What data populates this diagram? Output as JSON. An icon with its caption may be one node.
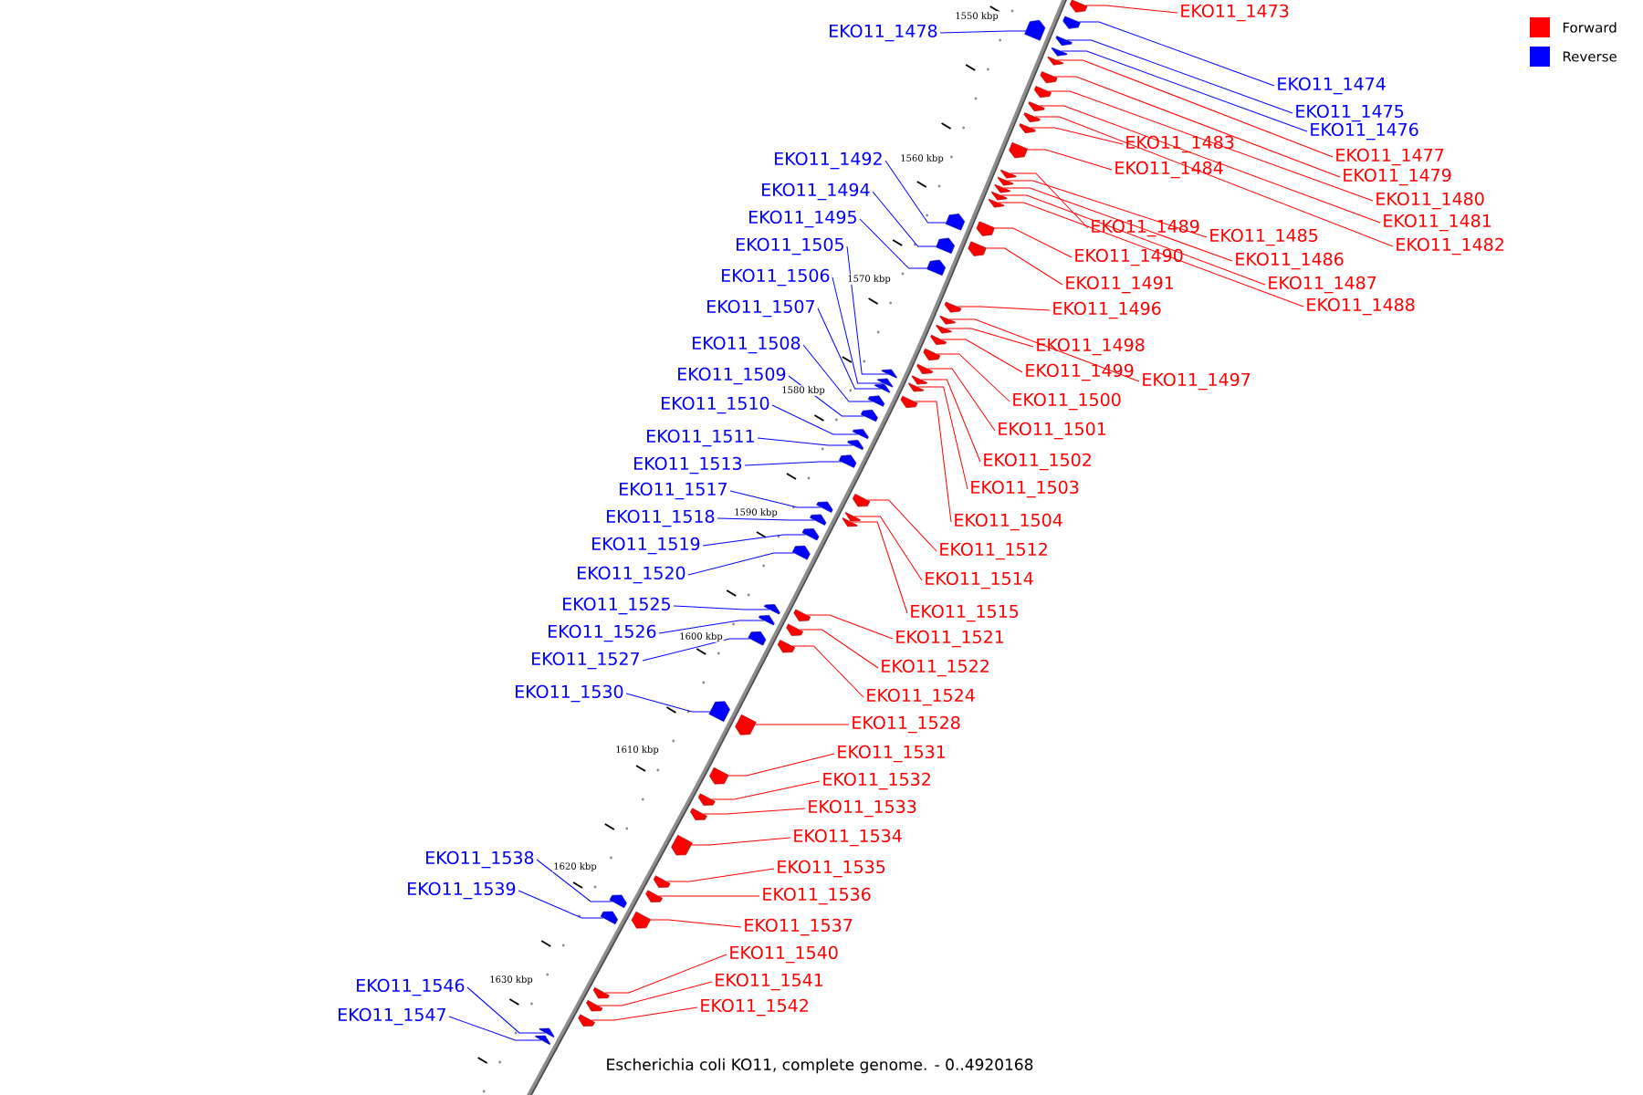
{
  "diagram": {
    "caption": "Escherichia coli KO11, complete genome. - 0..4920168",
    "nodes": [
      {
        "text": [
          "EKO11_1473"
        ]
      },
      {
        "text": [
          "EKO11_1478"
        ]
      },
      {
        "text": [
          "EKO11_1474"
        ]
      },
      {
        "text": [
          "EKO11_1475"
        ]
      },
      {
        "text": [
          "EKO11_1476"
        ]
      },
      {
        "text": [
          "EKO11_1483"
        ]
      },
      {
        "text": [
          "EKO11_1477"
        ]
      },
      {
        "text": [
          "EKO11_1492"
        ]
      },
      {
        "text": [
          "EKO11_1484"
        ]
      },
      {
        "text": [
          "EKO11_1479"
        ]
      },
      {
        "text": [
          "EKO11_1494"
        ]
      },
      {
        "text": [
          "EKO11_1480"
        ]
      },
      {
        "text": [
          "EKO11_1481"
        ]
      },
      {
        "text": [
          "EKO11_1495"
        ]
      },
      {
        "text": [
          "EKO11_1489"
        ]
      },
      {
        "text": [
          "EKO11_1485"
        ]
      },
      {
        "text": [
          "EKO11_1505"
        ]
      },
      {
        "text": [
          "EKO11_1482"
        ]
      },
      {
        "text": [
          "EKO11_1490"
        ]
      },
      {
        "text": [
          "EKO11_1486"
        ]
      },
      {
        "text": [
          "EKO11_1506"
        ]
      },
      {
        "text": [
          "EKO11_1491"
        ]
      },
      {
        "text": [
          "EKO11_1487"
        ]
      },
      {
        "text": [
          "EKO11_1488"
        ]
      },
      {
        "text": [
          "EKO11_1507"
        ]
      },
      {
        "text": [
          "EKO11_1496"
        ]
      },
      {
        "text": [
          "EKO11_1508"
        ]
      },
      {
        "text": [
          "EKO11_1498"
        ]
      },
      {
        "text": [
          "EKO11_1499"
        ]
      },
      {
        "text": [
          "EKO11_1509"
        ]
      },
      {
        "text": [
          "EKO11_1497"
        ]
      },
      {
        "text": [
          "EKO11_1500"
        ]
      },
      {
        "text": [
          "EKO11_1510"
        ]
      },
      {
        "text": [
          "EKO11_1501"
        ]
      },
      {
        "text": [
          "EKO11_1511"
        ]
      },
      {
        "text": [
          "EKO11_1502"
        ]
      },
      {
        "text": [
          "EKO11_1513"
        ]
      },
      {
        "text": [
          "EKO11_1503"
        ]
      },
      {
        "text": [
          "EKO11_1517"
        ]
      },
      {
        "text": [
          "EKO11_1504"
        ]
      },
      {
        "text": [
          "EKO11_1518"
        ]
      },
      {
        "text": [
          "EKO11_1512"
        ]
      },
      {
        "text": [
          "EKO11_1519"
        ]
      },
      {
        "text": [
          "EKO11_1514"
        ]
      },
      {
        "text": [
          "EKO11_1520"
        ]
      },
      {
        "text": [
          "EKO11_1525"
        ]
      },
      {
        "text": [
          "EKO11_1515"
        ]
      },
      {
        "text": [
          "EKO11_1526"
        ]
      },
      {
        "text": [
          "EKO11_1521"
        ]
      },
      {
        "text": [
          "EKO11_1527"
        ]
      },
      {
        "text": [
          "EKO11_1522"
        ]
      },
      {
        "text": [
          "EKO11_1530"
        ]
      },
      {
        "text": [
          "EKO11_1524"
        ]
      },
      {
        "text": [
          "EKO11_1528"
        ]
      },
      {
        "text": [
          "EKO11_1531"
        ]
      },
      {
        "text": [
          "EKO11_1532"
        ]
      },
      {
        "text": [
          "EKO11_1533"
        ]
      },
      {
        "text": [
          "EKO11_1534"
        ]
      },
      {
        "text": [
          "EKO11_1538"
        ]
      },
      {
        "text": [
          "EKO11_1535"
        ]
      },
      {
        "text": [
          "EKO11_1539"
        ]
      },
      {
        "text": [
          "EKO11_1536"
        ]
      },
      {
        "text": [
          "EKO11_1537"
        ]
      },
      {
        "text": [
          "EKO11_1540"
        ]
      },
      {
        "text": [
          "EKO11_1546"
        ]
      },
      {
        "text": [
          "EKO11_1541"
        ]
      },
      {
        "text": [
          "EKO11_1542"
        ]
      },
      {
        "text": [
          "EKO11_1547"
        ]
      },
      {
        "text": [],
        "shape": "arrow"
      },
      {
        "text": [],
        "shape": "arrow"
      },
      {
        "text": [],
        "shape": "arrow"
      },
      {
        "text": [],
        "shape": "arrow"
      },
      {
        "text": [],
        "shape": "arrow"
      },
      {
        "text": [],
        "shape": "arrow"
      },
      {
        "text": [],
        "shape": "arrow"
      },
      {
        "text": [],
        "shape": "arrow"
      },
      {
        "text": [],
        "shape": "arrow"
      },
      {
        "text": [],
        "shape": "arrow"
      },
      {
        "text": [],
        "shape": "arrow"
      },
      {
        "text": [],
        "shape": "arrow"
      },
      {
        "text": [],
        "shape": "arrow"
      },
      {
        "text": [],
        "shape": "arrow"
      },
      {
        "text": [],
        "shape": "arrow"
      },
      {
        "text": [],
        "shape": "arrow"
      },
      {
        "text": [],
        "shape": "arrow"
      },
      {
        "text": [],
        "shape": "arrow"
      },
      {
        "text": [],
        "shape": "arrow"
      },
      {
        "text": [],
        "shape": "arrow"
      },
      {
        "text": [],
        "shape": "arrow"
      },
      {
        "text": [],
        "shape": "arrow"
      },
      {
        "text": [],
        "shape": "arrow"
      },
      {
        "text": [],
        "shape": "arrow"
      },
      {
        "text": [],
        "shape": "arrow"
      },
      {
        "text": [],
        "shape": "arrow"
      },
      {
        "text": [],
        "shape": "arrow"
      },
      {
        "text": [],
        "shape": "arrow"
      },
      {
        "text": [],
        "shape": "arrow"
      },
      {
        "text": [],
        "shape": "arrow"
      },
      {
        "text": [],
        "shape": "arrow"
      },
      {
        "text": [],
        "shape": "arrow"
      },
      {
        "text": [],
        "shape": "arrow"
      },
      {
        "text": [],
        "shape": "arrow"
      },
      {
        "text": [],
        "shape": "arrow"
      },
      {
        "text": [],
        "shape": "arrow"
      },
      {
        "text": [],
        "shape": "arrow"
      },
      {
        "text": [],
        "shape": "arrow"
      },
      {
        "text": [],
        "shape": "arrow"
      },
      {
        "text": [],
        "shape": "arrow"
      },
      {
        "text": [],
        "shape": "arrow"
      },
      {
        "text": [],
        "shape": "arrow"
      },
      {
        "text": [],
        "shape": "arrow"
      },
      {
        "text": [],
        "shape": "arrow"
      },
      {
        "text": [],
        "shape": "arrow"
      },
      {
        "text": [],
        "shape": "arrow"
      },
      {
        "text": [],
        "shape": "arrow"
      },
      {
        "text": [],
        "shape": "arrow"
      },
      {
        "text": [],
        "shape": "arrow"
      },
      {
        "text": [],
        "shape": "arrow"
      },
      {
        "text": [],
        "shape": "arrow"
      },
      {
        "text": [],
        "shape": "arrow"
      },
      {
        "text": [],
        "shape": "arrow"
      },
      {
        "text": [],
        "shape": "arrow"
      },
      {
        "text": [],
        "shape": "arrow"
      },
      {
        "text": [],
        "shape": "arrow"
      },
      {
        "text": [],
        "shape": "arrow"
      },
      {
        "text": [],
        "shape": "arrow"
      },
      {
        "text": [],
        "shape": "arrow"
      },
      {
        "text": [],
        "shape": "arrow"
      },
      {
        "text": [],
        "shape": "arrow"
      },
      {
        "text": [],
        "shape": "arrow"
      },
      {
        "text": [],
        "shape": "arrow"
      },
      {
        "text": [],
        "shape": "arrow"
      },
      {
        "text": [],
        "shape": "arrow"
      },
      {
        "text": [],
        "shape": "arrow"
      },
      {
        "text": [],
        "shape": "arrow"
      },
      {
        "text": [],
        "shape": "arrow"
      }
    ],
    "edges": [
      {
        "from": 0,
        "to": 68,
        "arrow": "none"
      },
      {
        "from": 1,
        "to": 69,
        "arrow": "none",
        "color": "#0000ff"
      },
      {
        "from": 2,
        "to": 70,
        "arrow": "none",
        "color": "#0000ff"
      },
      {
        "from": 3,
        "to": 71,
        "arrow": "none",
        "color": "#0000ff"
      },
      {
        "from": 4,
        "to": 72,
        "arrow": "none",
        "color": "#0000ff"
      },
      {
        "from": 5,
        "to": 73,
        "arrow": "none"
      },
      {
        "from": 6,
        "to": 74,
        "arrow": "none"
      },
      {
        "from": 7,
        "to": 75,
        "arrow": "none",
        "color": "#0000ff"
      },
      {
        "from": 8,
        "to": 76,
        "arrow": "none"
      },
      {
        "from": 9,
        "to": 77,
        "arrow": "none"
      },
      {
        "from": 10,
        "to": 78,
        "arrow": "none",
        "color": "#0000ff"
      },
      {
        "from": 11,
        "to": 79,
        "arrow": "none"
      },
      {
        "from": 12,
        "to": 80,
        "arrow": "none"
      },
      {
        "from": 13,
        "to": 81,
        "arrow": "none",
        "color": "#0000ff"
      },
      {
        "from": 14,
        "to": 82,
        "arrow": "none"
      },
      {
        "from": 15,
        "to": 83,
        "arrow": "none"
      },
      {
        "from": 16,
        "to": 84,
        "arrow": "none",
        "color": "#0000ff"
      },
      {
        "from": 17,
        "to": 85,
        "arrow": "none"
      },
      {
        "from": 18,
        "to": 86,
        "arrow": "none"
      },
      {
        "from": 19,
        "to": 87,
        "arrow": "none"
      },
      {
        "from": 20,
        "to": 88,
        "arrow": "none",
        "color": "#0000ff"
      },
      {
        "from": 21,
        "to": 89,
        "arrow": "none"
      },
      {
        "from": 22,
        "to": 90,
        "arrow": "none"
      },
      {
        "from": 23,
        "to": 91,
        "arrow": "none"
      },
      {
        "from": 24,
        "to": 92,
        "arrow": "none",
        "color": "#0000ff"
      },
      {
        "from": 25,
        "to": 93,
        "arrow": "none"
      },
      {
        "from": 26,
        "to": 94,
        "arrow": "none",
        "color": "#0000ff"
      },
      {
        "from": 27,
        "to": 95,
        "arrow": "none"
      },
      {
        "from": 28,
        "to": 96,
        "arrow": "none"
      },
      {
        "from": 29,
        "to": 97,
        "arrow": "none",
        "color": "#0000ff"
      },
      {
        "from": 30,
        "to": 98,
        "arrow": "none"
      },
      {
        "from": 31,
        "to": 99,
        "arrow": "none"
      },
      {
        "from": 32,
        "to": 100,
        "arrow": "none",
        "color": "#0000ff"
      },
      {
        "from": 33,
        "to": 101,
        "arrow": "none"
      },
      {
        "from": 34,
        "to": 102,
        "arrow": "none",
        "color": "#0000ff"
      },
      {
        "from": 35,
        "to": 103,
        "arrow": "none"
      },
      {
        "from": 36,
        "to": 104,
        "arrow": "none",
        "color": "#0000ff"
      },
      {
        "from": 37,
        "to": 105,
        "arrow": "none"
      },
      {
        "from": 38,
        "to": 106,
        "arrow": "none",
        "color": "#0000ff"
      },
      {
        "from": 39,
        "to": 107,
        "arrow": "none"
      },
      {
        "from": 40,
        "to": 108,
        "arrow": "none",
        "color": "#0000ff"
      },
      {
        "from": 41,
        "to": 109,
        "arrow": "none"
      },
      {
        "from": 42,
        "to": 110,
        "arrow": "none",
        "color": "#0000ff"
      },
      {
        "from": 43,
        "to": 111,
        "arrow": "none"
      },
      {
        "from": 44,
        "to": 112,
        "arrow": "none",
        "color": "#0000ff"
      },
      {
        "from": 45,
        "to": 113,
        "arrow": "none",
        "color": "#0000ff"
      },
      {
        "from": 46,
        "to": 114,
        "arrow": "none"
      },
      {
        "from": 47,
        "to": 115,
        "arrow": "none",
        "color": "#0000ff"
      },
      {
        "from": 48,
        "to": 116,
        "arrow": "none"
      },
      {
        "from": 49,
        "to": 117,
        "arrow": "none",
        "color": "#0000ff"
      },
      {
        "from": 50,
        "to": 118,
        "arrow": "none"
      },
      {
        "from": 51,
        "to": 119,
        "arrow": "none",
        "color": "#0000ff"
      },
      {
        "from": 52,
        "to": 120,
        "arrow": "none"
      },
      {
        "from": 53,
        "to": 121,
        "arrow": "none"
      },
      {
        "from": 54,
        "to": 122,
        "arrow": "none"
      },
      {
        "from": 55,
        "to": 123,
        "arrow": "none"
      },
      {
        "from": 56,
        "to": 124,
        "arrow": "none"
      },
      {
        "from": 57,
        "to": 125,
        "arrow": "none"
      },
      {
        "from": 58,
        "to": 126,
        "arrow": "none",
        "color": "#0000ff"
      },
      {
        "from": 59,
        "to": 127,
        "arrow": "none"
      },
      {
        "from": 60,
        "to": 128,
        "arrow": "none",
        "color": "#0000ff"
      },
      {
        "from": 61,
        "to": 129,
        "arrow": "none"
      },
      {
        "from": 62,
        "to": 130,
        "arrow": "none"
      },
      {
        "from": 63,
        "to": 131,
        "arrow": "none"
      },
      {
        "from": 64,
        "to": 132,
        "arrow": "none",
        "color": "#0000ff"
      },
      {
        "from": 65,
        "to": 133,
        "arrow": "none"
      },
      {
        "from": 66,
        "to": 134,
        "arrow": "none"
      },
      {
        "from": 67,
        "to": 135,
        "arrow": "none",
        "color": "#0000ff"
      }
    ],
    "labels": [
      "1550 kbp",
      "1560 kbp",
      "1570 kbp",
      "1580 kbp",
      "1590 kbp",
      "1600 kbp",
      "1610 kbp",
      "1620 kbp",
      "1630 kbp"
    ],
    "legend": [
      {
        "text": "Forward",
        "color": "#ff0000"
      },
      {
        "text": "Reverse",
        "color": "#0000ff"
      }
    ]
  }
}
